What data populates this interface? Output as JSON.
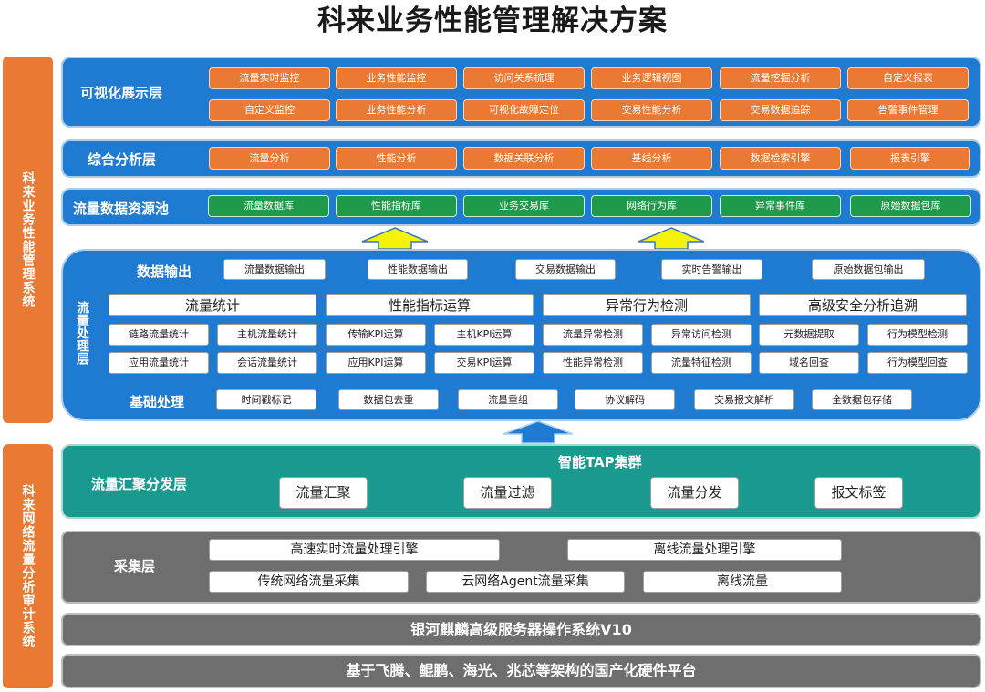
{
  "title": "科来业务性能管理解决方案",
  "sidebars": {
    "top": "科来业务性能管理系统",
    "bottom": "科来网络流量分析审计系统"
  },
  "visual_layer": {
    "label": "可视化展示层",
    "row1": [
      "流量实时监控",
      "业务性能监控",
      "访问关系梳理",
      "业务逻辑视图",
      "流量挖掘分析",
      "自定义报表"
    ],
    "row2": [
      "自定义监控",
      "业务性能分析",
      "可视化故障定位",
      "交易性能分析",
      "交易数据追踪",
      "告警事件管理"
    ]
  },
  "analysis_layer": {
    "label": "综合分析层",
    "items": [
      "流量分析",
      "性能分析",
      "数据关联分析",
      "基线分析",
      "数据检索引擎",
      "报表引擎"
    ]
  },
  "resource_pool": {
    "label": "流量数据资源池",
    "items": [
      "流量数据库",
      "性能指标库",
      "业务交易库",
      "网络行为库",
      "异常事件库",
      "原始数据包库"
    ]
  },
  "processing_layer": {
    "label": "流量处理层",
    "output_label": "数据输出",
    "outputs": [
      "流量数据输出",
      "性能数据输出",
      "交易数据输出",
      "实时告警输出",
      "原始数据包输出"
    ],
    "groups": [
      {
        "head": "流量统计",
        "items": [
          "链路流量统计",
          "主机流量统计",
          "应用流量统计",
          "会话流量统计"
        ]
      },
      {
        "head": "性能指标运算",
        "items": [
          "传输KPI运算",
          "主机KPI运算",
          "应用KPI运算",
          "交易KPI运算"
        ]
      },
      {
        "head": "异常行为检测",
        "items": [
          "流量异常检测",
          "异常访问检测",
          "性能异常检测",
          "流量特征检测"
        ]
      },
      {
        "head": "高级安全分析追溯",
        "items": [
          "元数据提取",
          "行为模型检测",
          "域名回查",
          "行为模型回查"
        ]
      }
    ],
    "basic_label": "基础处理",
    "basic": [
      "时间戳标记",
      "数据包去重",
      "流量重组",
      "协议解码",
      "交易报文解析",
      "全数据包存储"
    ]
  },
  "tap_layer": {
    "label": "流量汇聚分发层",
    "cluster": "智能TAP集群",
    "items": [
      "流量汇聚",
      "流量过滤",
      "流量分发",
      "报文标签"
    ]
  },
  "collect_layer": {
    "label": "采集层",
    "row1": [
      "高速实时流量处理引擎",
      "离线流量处理引擎"
    ],
    "row2": [
      "传统网络流量采集",
      "云网络Agent流量采集",
      "离线流量"
    ]
  },
  "os_bar": "银河麒麟高级服务器操作系统V10",
  "hw_bar": "基于飞腾、鲲鹏、海光、兆芯等架构的国产化硬件平台",
  "colors": {
    "accent_orange": "#ea7a33",
    "layer_blue": "#1f7ad1",
    "pool_green": "#1e9a4a",
    "tap_teal": "#1a9a8e",
    "base_gray": "#6e6e6e",
    "arrow_yellow": "#f5f20a"
  }
}
